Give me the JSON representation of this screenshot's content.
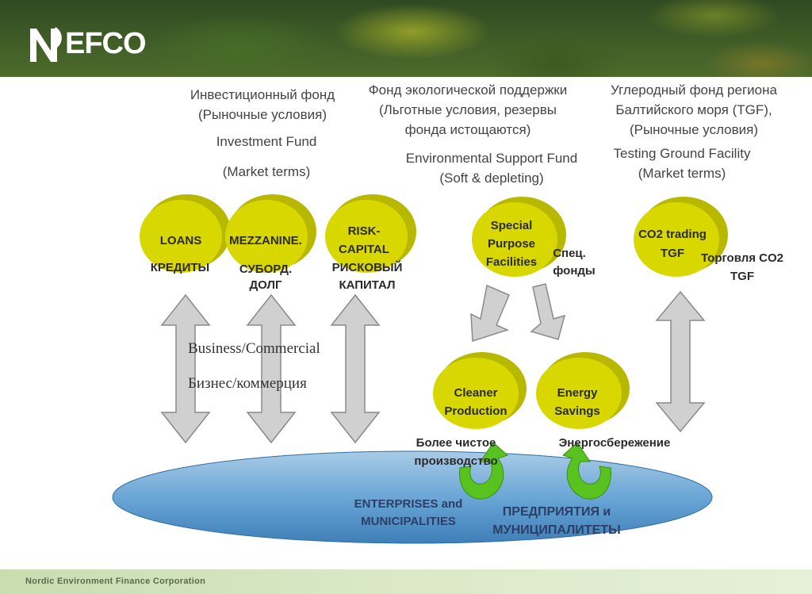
{
  "logo": {
    "text": "EFCO",
    "icon": "leaf-n-logo-icon"
  },
  "footer": {
    "text": "Nordic Environment Finance Corporation"
  },
  "columns": {
    "investment": {
      "ru_line1": "Инвестиционный фонд",
      "ru_line2": "(Рыночные условия)",
      "en_line1": "Investment Fund",
      "en_line2": "(Market terms)"
    },
    "environmental": {
      "ru_line1": "Фонд экологической поддержки",
      "ru_line2": "(Льготные условия, резервы",
      "ru_line3": "фонда истощаются)",
      "en_line1": "Environmental Support Fund",
      "en_line2": "(Soft & depleting)"
    },
    "carbon": {
      "ru_line1": "Углеродный фонд региона",
      "ru_line2": "Балтийского моря (TGF),",
      "ru_line3": "(Рыночные условия)",
      "en_line1": "Testing Ground Facility",
      "en_line2": "(Market terms)"
    }
  },
  "circles": {
    "loans": {
      "en": "LOANS",
      "ru": "КРЕДИТЫ"
    },
    "mezzanine": {
      "en": "MEZZANINE.",
      "ru_line1": "СУБОРД.",
      "ru_line2": "ДОЛГ"
    },
    "risk_capital": {
      "en_line1": "RISK-",
      "en_line2": "CAPITAL",
      "ru_line1": "РИСКОВЫЙ",
      "ru_line2": "КАПИТАЛ"
    },
    "special_purpose": {
      "en_line1": "Special",
      "en_line2": "Purpose",
      "en_line3": "Facilities",
      "ru_line1": "Спец.",
      "ru_line2": "фонды"
    },
    "co2": {
      "en_line1": "CO2 trading",
      "en_line2": "TGF",
      "ru_line1": "Торговля CO2",
      "ru_line2": "TGF"
    },
    "cleaner": {
      "en_line1": "Cleaner",
      "en_line2": "Production",
      "ru_line1": "Более чистое",
      "ru_line2": "производство"
    },
    "energy": {
      "en_line1": "Energy",
      "en_line2": "Savings",
      "ru": "Энергосбережение"
    }
  },
  "business": {
    "en": "Business/Commercial",
    "ru": "Бизнес/коммерция"
  },
  "base": {
    "en_line1": "ENTERPRISES and",
    "en_line2": "MUNICIPALITIES",
    "ru_line1": "ПРЕДПРИЯТИЯ и",
    "ru_line2": "МУНИЦИПАЛИТЕТЫ"
  },
  "colors": {
    "circle_fill": "#d8d800",
    "circle_shadow": "#b5b500",
    "arrow_fill": "#cfcfcf",
    "arrow_stroke": "#8a8a8a",
    "ellipse_fill": "#6aa6d6",
    "green_arrow": "#58c21f"
  }
}
